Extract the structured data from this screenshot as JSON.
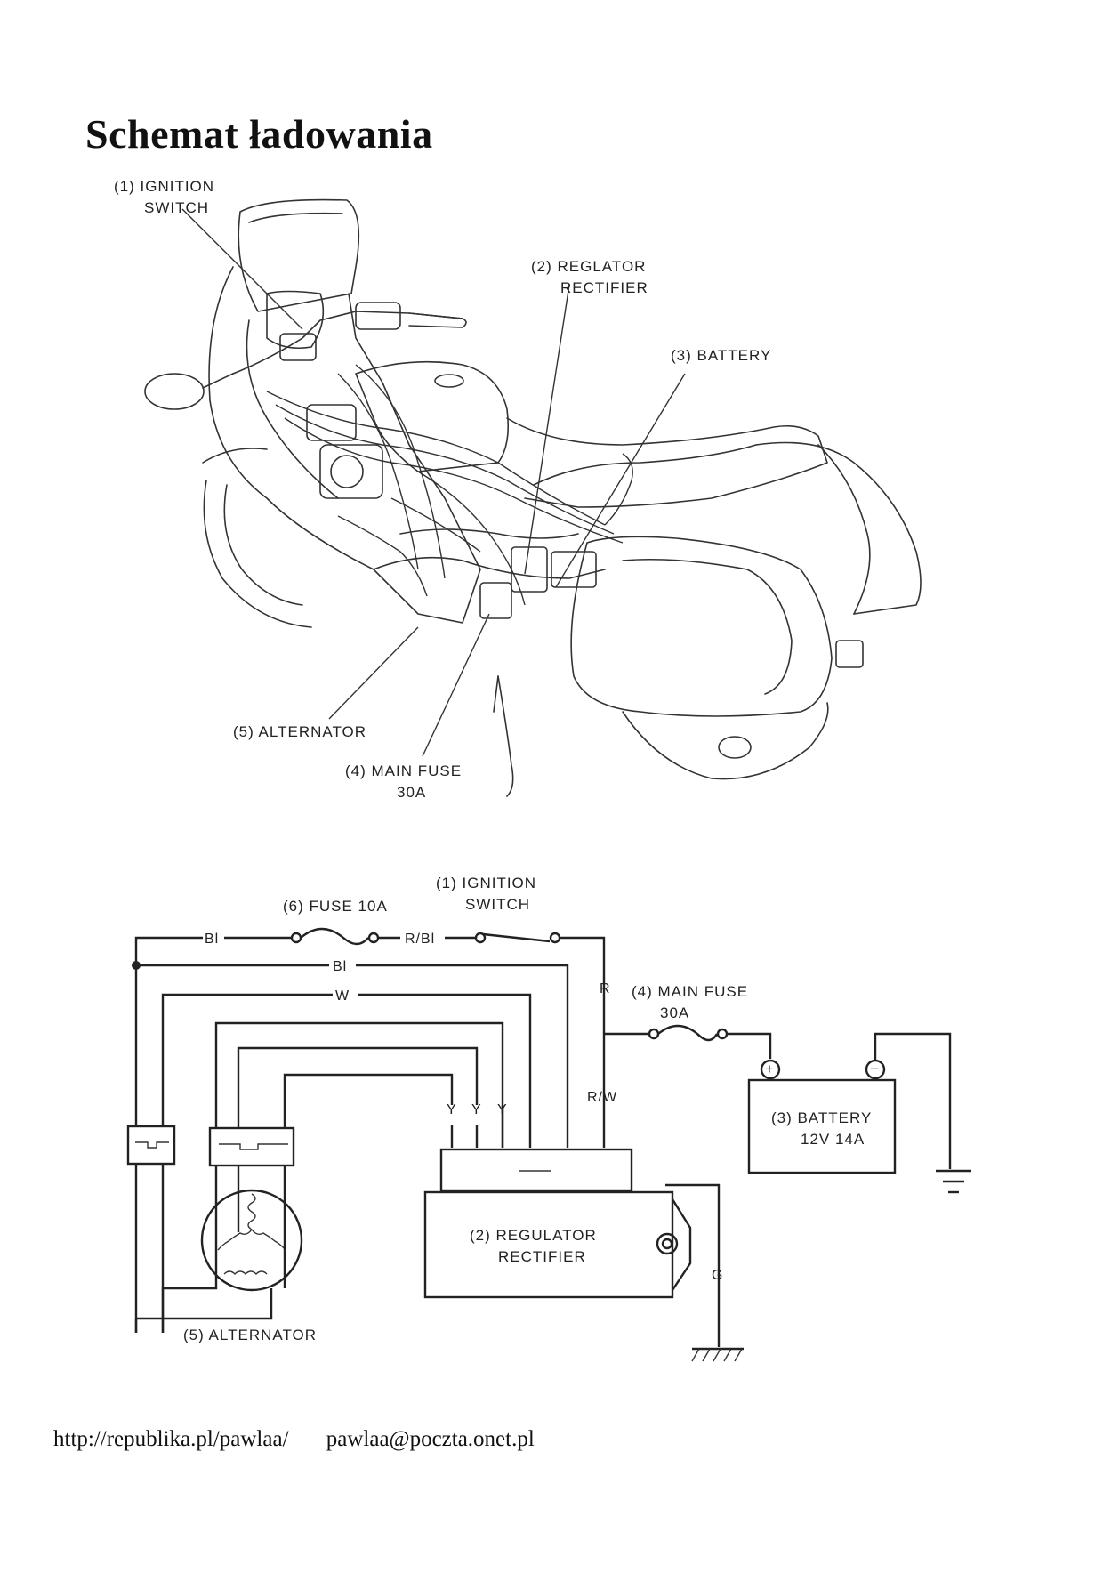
{
  "title": "Schemat ładowania",
  "illustration": {
    "labels": {
      "ignition_switch": [
        "(1) IGNITION",
        "SWITCH"
      ],
      "regulator_rectifier": [
        "(2) REGLATOR",
        "RECTIFIER"
      ],
      "battery": "(3) BATTERY",
      "alternator": "(5) ALTERNATOR",
      "main_fuse": [
        "(4) MAIN FUSE",
        "30A"
      ]
    }
  },
  "schematic": {
    "labels": {
      "fuse_10a": "(6) FUSE 10A",
      "ignition_switch": [
        "(1) IGNITION",
        "SWITCH"
      ],
      "main_fuse": [
        "(4) MAIN FUSE",
        "30A"
      ],
      "battery": [
        "(3) BATTERY",
        "12V 14A"
      ],
      "regulator_rectifier": [
        "(2) REGULATOR",
        "RECTIFIER"
      ],
      "alternator": "(5) ALTERNATOR",
      "battery_plus": "+",
      "battery_minus": "−"
    },
    "wires": {
      "bl_top": "Bl",
      "r_bl": "R/Bl",
      "bl_second": "Bl",
      "w": "W",
      "r": "R",
      "r_w": "R/W",
      "y1": "Y",
      "y2": "Y",
      "y3": "Y",
      "g": "G"
    }
  },
  "footer": {
    "url": "http://republika.pl/pawlaa/",
    "email": "pawlaa@poczta.onet.pl"
  }
}
